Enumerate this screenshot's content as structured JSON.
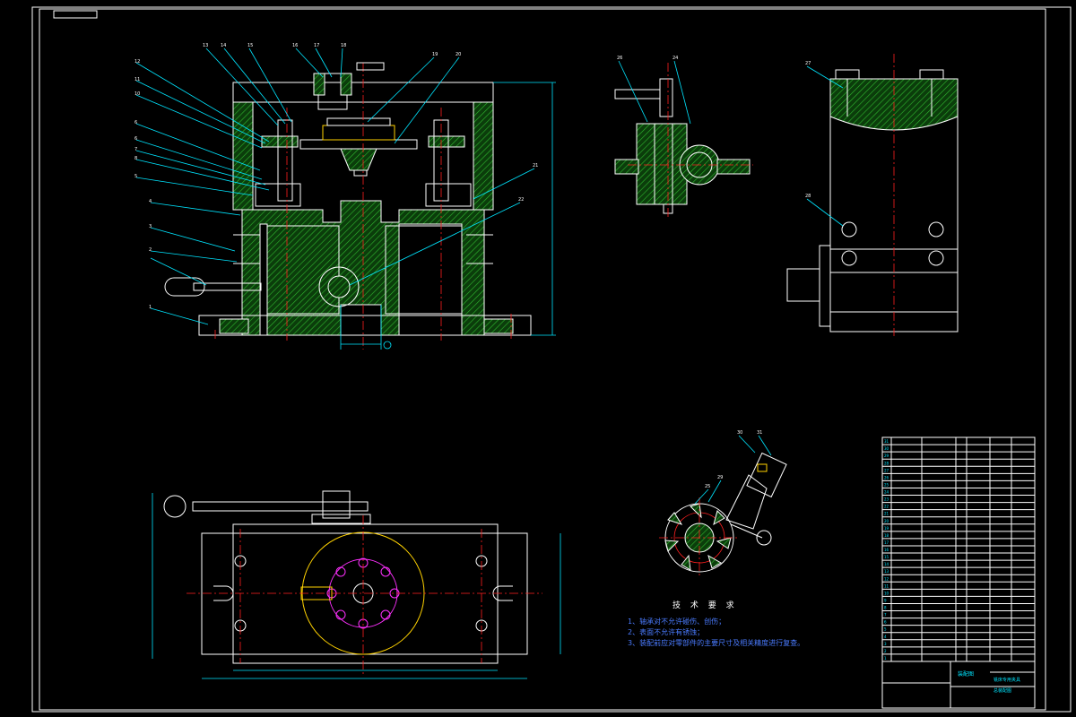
{
  "technical_requirements": {
    "title": "技 术 要 求",
    "items": [
      "1、轴承对不允许碰伤、创伤；",
      "2、表面不允许有锈蚀；",
      "3、装配前应对零部件的主要尺寸及相关精度进行复查。"
    ]
  },
  "title_block": {
    "drawing_name": "装配图",
    "designation_line1": "铣床专用夹具",
    "designation_line2": "总装配图"
  },
  "bom": {
    "row_numbers": [
      "31",
      "30",
      "29",
      "28",
      "27",
      "26",
      "25",
      "24",
      "23",
      "22",
      "21",
      "20",
      "19",
      "18",
      "17",
      "16",
      "15",
      "14",
      "13",
      "12",
      "11",
      "10",
      "9",
      "8",
      "7",
      "6",
      "5",
      "4",
      "3",
      "2",
      "1"
    ]
  },
  "part_labels_main": [
    "12",
    "11",
    "10",
    "6",
    "6",
    "7",
    "8",
    "5",
    "4",
    "3",
    "2",
    "1",
    "13",
    "14",
    "15",
    "16",
    "17",
    "18",
    "19",
    "20",
    "21",
    "22"
  ],
  "part_labels_side": [
    "26",
    "24",
    "27",
    "28"
  ],
  "part_labels_detail": [
    "30",
    "31",
    "29",
    "25"
  ]
}
